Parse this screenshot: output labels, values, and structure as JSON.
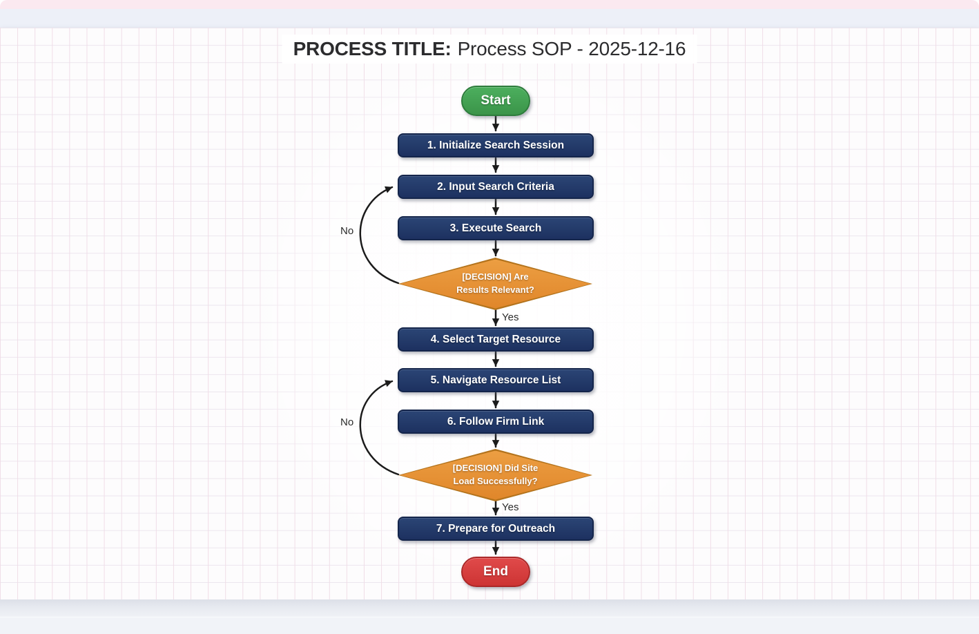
{
  "title": {
    "prefix": "PROCESS TITLE:",
    "text": "Process SOP - 2025-12-16"
  },
  "flowchart": {
    "start": {
      "label": "Start"
    },
    "end": {
      "label": "End"
    },
    "steps": [
      {
        "label": "1. Initialize Search Session"
      },
      {
        "label": "2. Input Search Criteria"
      },
      {
        "label": "3. Execute Search"
      },
      {
        "label": "4. Select Target Resource"
      },
      {
        "label": "5. Navigate Resource List"
      },
      {
        "label": "6. Follow Firm Link"
      },
      {
        "label": "7. Prepare for Outreach"
      }
    ],
    "decisions": [
      {
        "label": "[DECISION] Are\nResults Relevant?",
        "yes_label": "Yes",
        "no_label": "No"
      },
      {
        "label": "[DECISION] Did Site\nLoad Successfully?",
        "yes_label": "Yes",
        "no_label": "No"
      }
    ],
    "colors": {
      "start_fill": "#3f9e50",
      "end_fill": "#d63c3c",
      "step_fill": "#24396b",
      "decision_fill": "#e6912f",
      "arrow": "#1b1b1b",
      "grid_line": "#f0dde7",
      "paper": "#fdfcfd"
    }
  }
}
